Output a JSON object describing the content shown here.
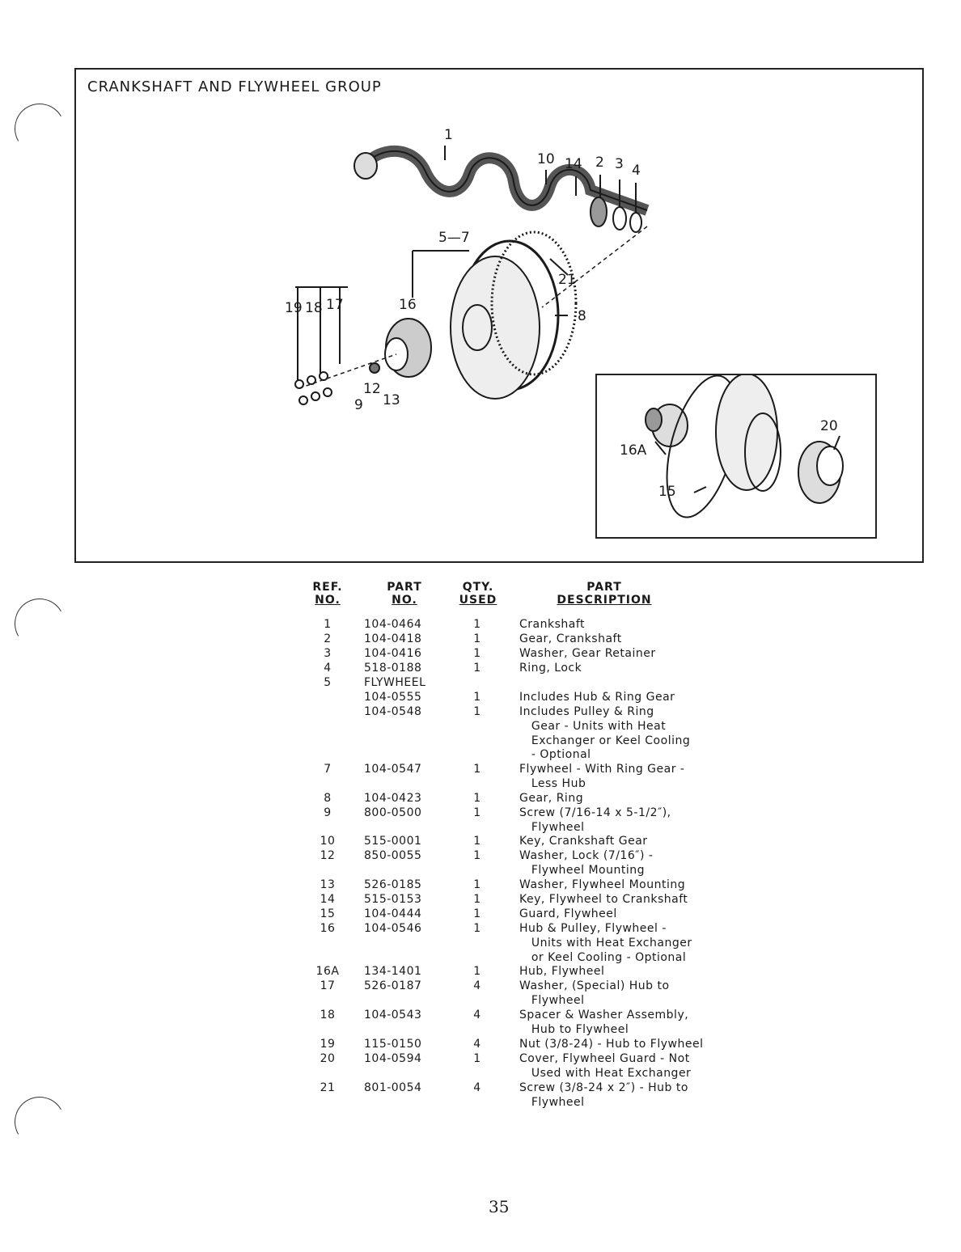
{
  "title": "CRANKSHAFT AND FLYWHEEL GROUP",
  "callouts": {
    "c1": "1",
    "c10": "10",
    "c14": "14",
    "c2": "2",
    "c3": "3",
    "c4": "4",
    "c57": "5—7",
    "c21": "21",
    "c8": "8",
    "c16": "16",
    "c19": "19",
    "c18": "18",
    "c17": "17",
    "c12": "12",
    "c9": "9",
    "c13": "13",
    "c20": "20",
    "c16a": "16A",
    "c15": "15"
  },
  "table": {
    "headers": {
      "ref": [
        "REF.",
        "NO."
      ],
      "part": [
        "PART",
        "NO."
      ],
      "qty": [
        "QTY.",
        "USED"
      ],
      "desc": [
        "PART",
        "DESCRIPTION"
      ]
    },
    "rows": [
      {
        "ref": "1",
        "part": "104-0464",
        "qty": "1",
        "desc": "Crankshaft"
      },
      {
        "ref": "2",
        "part": "104-0418",
        "qty": "1",
        "desc": "Gear, Crankshaft"
      },
      {
        "ref": "3",
        "part": "104-0416",
        "qty": "1",
        "desc": "Washer, Gear Retainer"
      },
      {
        "ref": "4",
        "part": "518-0188",
        "qty": "1",
        "desc": "Ring, Lock"
      },
      {
        "ref": "5",
        "part": "FLYWHEEL",
        "qty": "",
        "desc": ""
      },
      {
        "ref": "",
        "part": "104-0555",
        "qty": "1",
        "desc": "Includes Hub & Ring Gear"
      },
      {
        "ref": "",
        "part": "104-0548",
        "qty": "1",
        "desc": "Includes Pulley & Ring\n   Gear - Units with Heat\n   Exchanger or Keel Cooling\n   - Optional"
      },
      {
        "ref": "7",
        "part": "104-0547",
        "qty": "1",
        "desc": "Flywheel - With Ring Gear -\n   Less Hub"
      },
      {
        "ref": "8",
        "part": "104-0423",
        "qty": "1",
        "desc": "Gear, Ring"
      },
      {
        "ref": "9",
        "part": "800-0500",
        "qty": "1",
        "desc": "Screw (7/16-14 x 5-1/2″),\n   Flywheel"
      },
      {
        "ref": "10",
        "part": "515-0001",
        "qty": "1",
        "desc": "Key, Crankshaft Gear"
      },
      {
        "ref": "12",
        "part": "850-0055",
        "qty": "1",
        "desc": "Washer, Lock (7/16″) -\n   Flywheel Mounting"
      },
      {
        "ref": "13",
        "part": "526-0185",
        "qty": "1",
        "desc": "Washer, Flywheel Mounting"
      },
      {
        "ref": "14",
        "part": "515-0153",
        "qty": "1",
        "desc": "Key, Flywheel to Crankshaft"
      },
      {
        "ref": "15",
        "part": "104-0444",
        "qty": "1",
        "desc": "Guard, Flywheel"
      },
      {
        "ref": "16",
        "part": "104-0546",
        "qty": "1",
        "desc": "Hub & Pulley, Flywheel -\n   Units with Heat Exchanger\n   or Keel Cooling - Optional"
      },
      {
        "ref": "16A",
        "part": "134-1401",
        "qty": "1",
        "desc": "Hub, Flywheel"
      },
      {
        "ref": "17",
        "part": "526-0187",
        "qty": "4",
        "desc": "Washer, (Special) Hub to\n   Flywheel"
      },
      {
        "ref": "18",
        "part": "104-0543",
        "qty": "4",
        "desc": "Spacer & Washer Assembly,\n   Hub to Flywheel"
      },
      {
        "ref": "19",
        "part": "115-0150",
        "qty": "4",
        "desc": "Nut (3/8-24) - Hub to Flywheel"
      },
      {
        "ref": "20",
        "part": "104-0594",
        "qty": "1",
        "desc": "Cover, Flywheel Guard - Not\n   Used with Heat Exchanger"
      },
      {
        "ref": "21",
        "part": "801-0054",
        "qty": "4",
        "desc": "Screw (3/8-24 x 2″) - Hub to\n   Flywheel"
      }
    ]
  },
  "page_number": "35"
}
